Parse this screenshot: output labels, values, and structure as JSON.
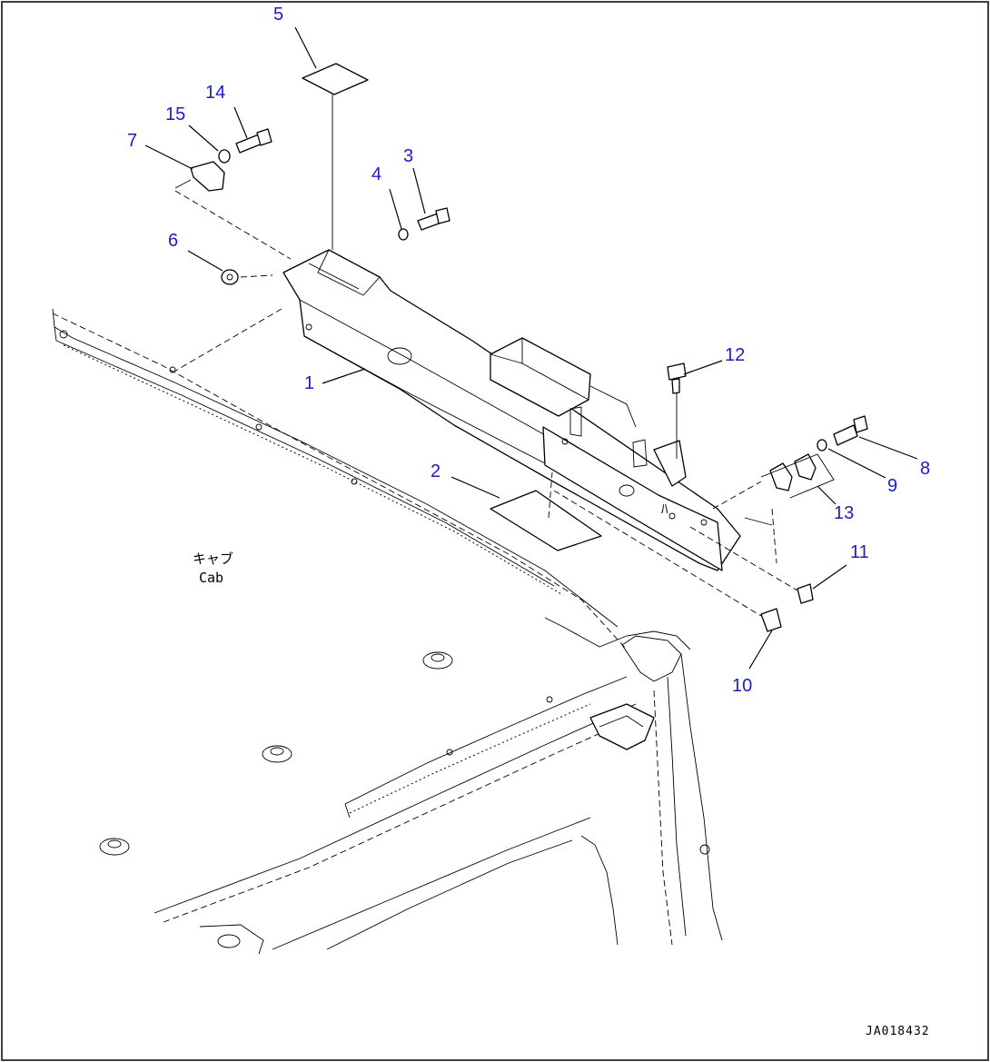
{
  "diagram": {
    "callouts": [
      "1",
      "2",
      "3",
      "4",
      "5",
      "6",
      "7",
      "8",
      "9",
      "10",
      "11",
      "12",
      "13",
      "14",
      "15"
    ],
    "cab_label_jp": "キャブ",
    "cab_label_en": "Cab",
    "figure_code": "JA018432"
  }
}
